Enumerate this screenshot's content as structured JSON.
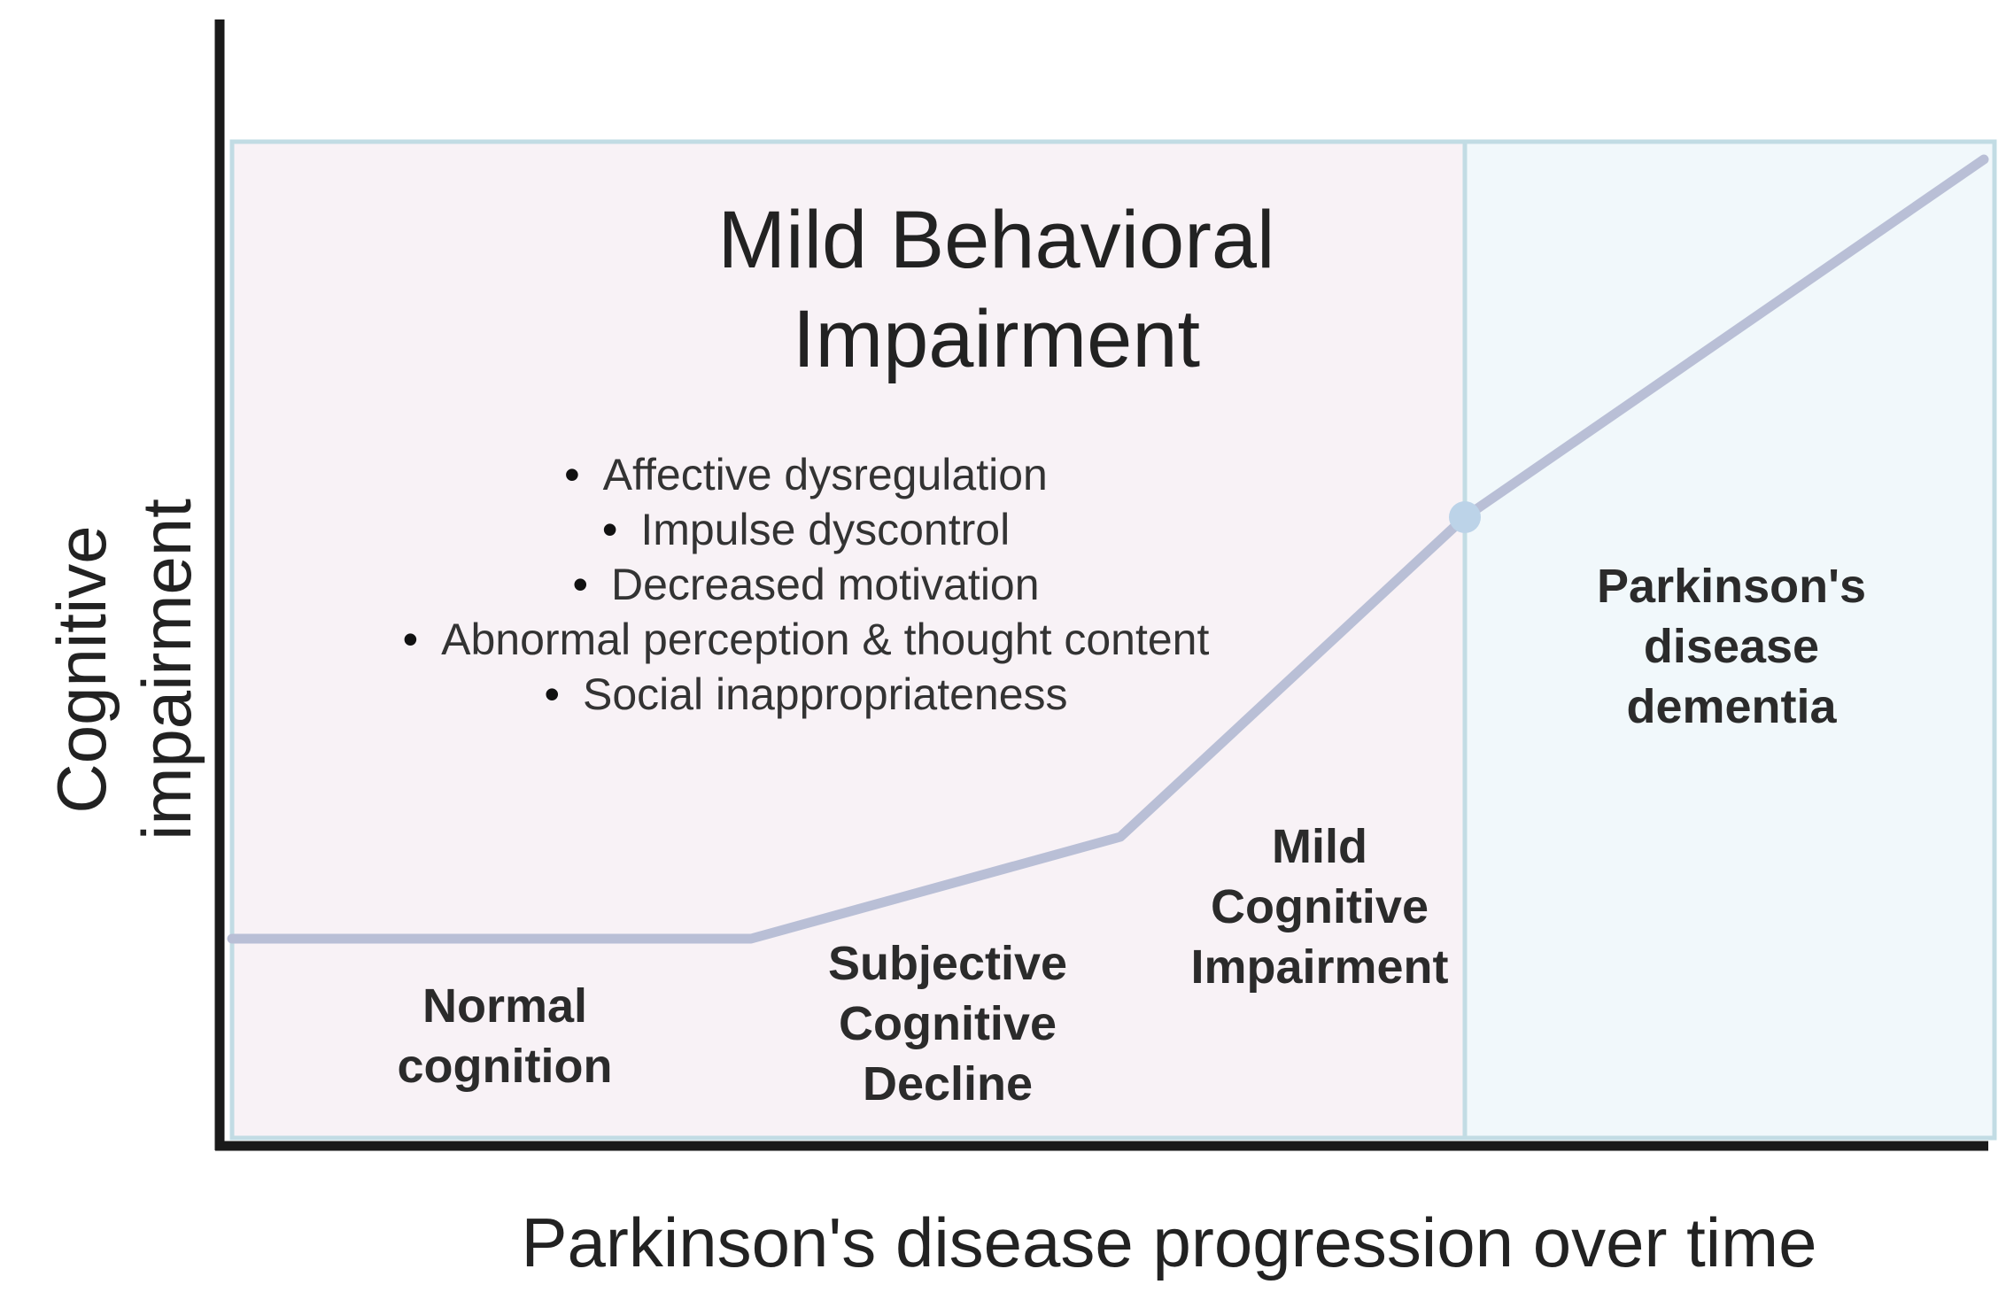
{
  "axes": {
    "y_label_line1": "Cognitive",
    "y_label_line2": "impairment",
    "x_label": "Parkinson's disease progression over time"
  },
  "regions": {
    "mbi": {
      "title_line1": "Mild Behavioral",
      "title_line2": "Impairment",
      "fill": "#f8f2f6",
      "border": "#c2dce4"
    },
    "pdd": {
      "label_line1": "Parkinson's",
      "label_line2": "disease",
      "label_line3": "dementia",
      "fill": "#f1f8fb",
      "border": "#c2dce4"
    }
  },
  "bullets": [
    "Affective dysregulation",
    "Impulse dyscontrol",
    "Decreased motivation",
    "Abnormal perception & thought content",
    "Social inappropriateness"
  ],
  "stages": {
    "normal": {
      "line1": "Normal",
      "line2": "cognition"
    },
    "scd": {
      "line1": "Subjective",
      "line2": "Cognitive",
      "line3": "Decline"
    },
    "mci": {
      "line1": "Mild",
      "line2": "Cognitive",
      "line3": "Impairment"
    }
  },
  "curve": {
    "color": "#b9bfd6",
    "marker_color": "#bcd3e8"
  },
  "colors": {
    "axis": "#1a1a1a"
  }
}
